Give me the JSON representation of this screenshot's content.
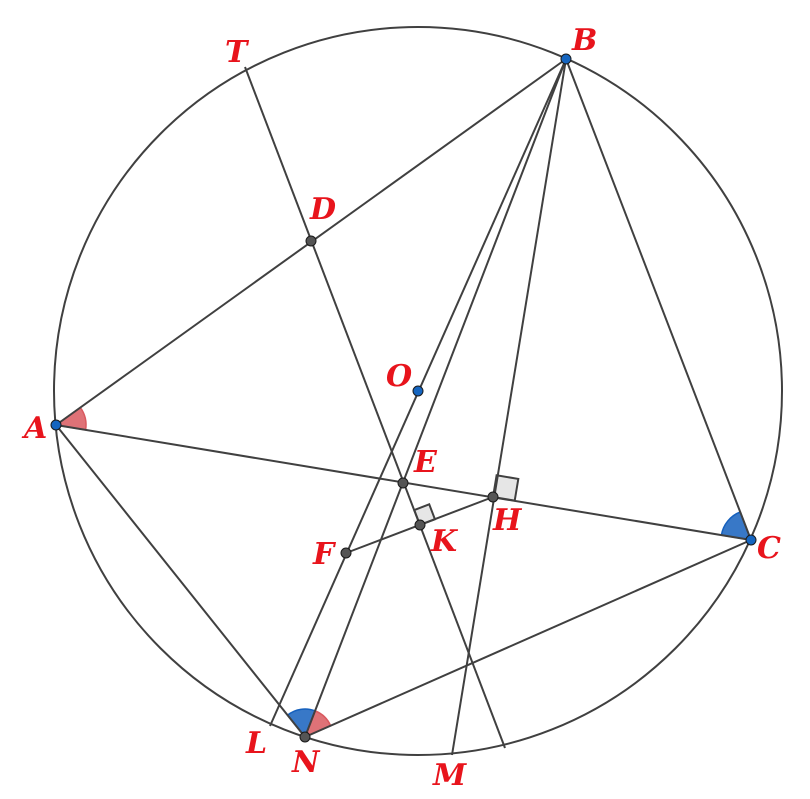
{
  "colors": {
    "line": "#404040",
    "label": "#e8141c",
    "free_point": "#1565c0",
    "dep_point": "#555555",
    "angle_red": "#d9595f",
    "angle_blue": "#1560bd",
    "right_angle_fill": "#e6e6e6"
  },
  "labels": {
    "A": "A",
    "B": "B",
    "C": "C",
    "D": "D",
    "E": "E",
    "F": "F",
    "H": "H",
    "K": "K",
    "L": "L",
    "M": "M",
    "N": "N",
    "O": "O",
    "T": "T"
  }
}
